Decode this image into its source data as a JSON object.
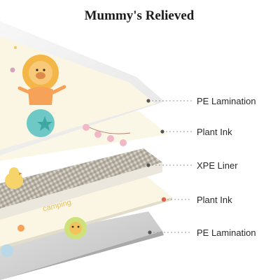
{
  "title": "Mummy's Relieved",
  "layers": [
    {
      "label": "PE Lamination"
    },
    {
      "label": "Plant Ink"
    },
    {
      "label": "XPE Liner"
    },
    {
      "label": "Plant Ink"
    },
    {
      "label": "PE Lamination"
    }
  ],
  "mat_text": "camping",
  "colors": {
    "lamination": "#ececec",
    "cream": "#fbf7e6",
    "foam": "#c9c3b7",
    "leader": "#9a9a9a",
    "dot": "#555555"
  }
}
